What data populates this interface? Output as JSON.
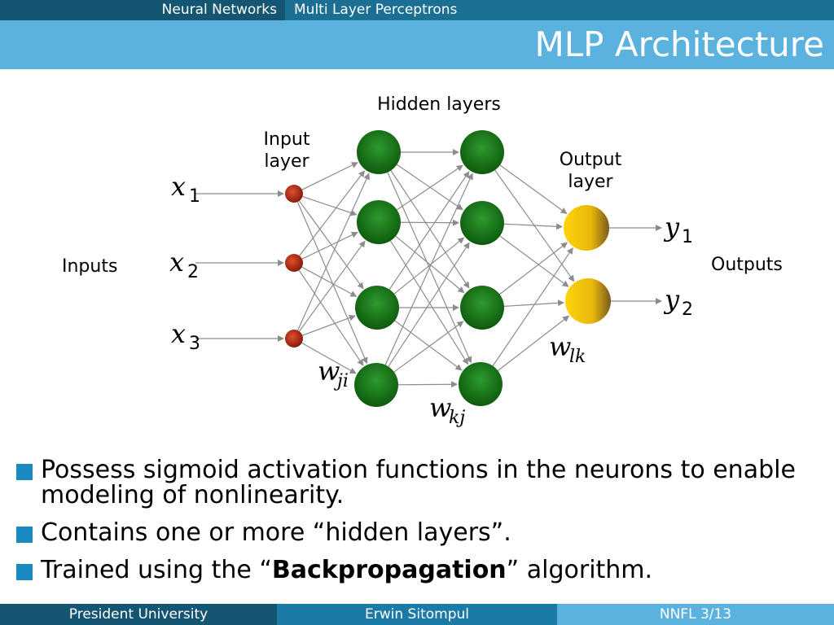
{
  "header": {
    "crumb_section": "Neural Networks",
    "crumb_topic": "Multi Layer Perceptrons",
    "title": "MLP Architecture"
  },
  "diagram": {
    "hidden_layers_label": "Hidden layers",
    "input_layer_label_line1": "Input",
    "input_layer_label_line2": "layer",
    "output_layer_label_line1": "Output",
    "output_layer_label_line2": "layer",
    "inputs_label": "Inputs",
    "outputs_label": "Outputs",
    "x_symbol": "x",
    "y_symbol": "y",
    "input_indices": [
      "1",
      "2",
      "3"
    ],
    "output_indices": [
      "1",
      "2"
    ],
    "weight_symbol": "w",
    "weight_ji_sub": "ji",
    "weight_kj_sub": "kj",
    "weight_lk_sub": "lk",
    "colors": {
      "input_node": "#c0331a",
      "hidden_node": "#1e7d1e",
      "output_node": "#f1c40f",
      "edge": "#8c8c8c"
    }
  },
  "bullets": [
    {
      "text": "Possess sigmoid activation functions in the neurons to enable modeling of nonlinearity."
    },
    {
      "text": "Contains one or more “hidden layers”."
    },
    {
      "pre": "Trained using the “",
      "bold": "Backpropagation",
      "post": "” algorithm."
    }
  ],
  "footer": {
    "left": "President University",
    "center": "Erwin Sitompul",
    "right": "NNFL 3/13"
  }
}
